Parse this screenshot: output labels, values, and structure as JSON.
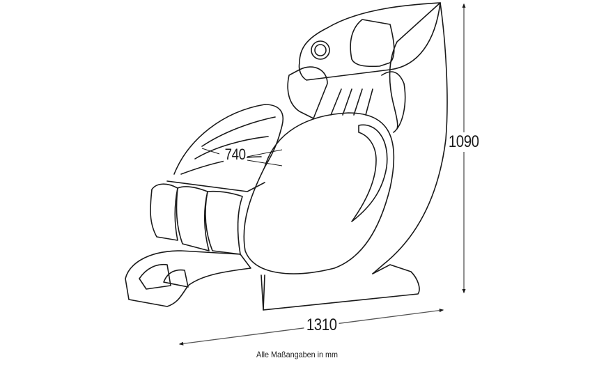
{
  "diagram": {
    "subject": "massage-chair-line-drawing",
    "dimensions": {
      "height": {
        "value": "1090",
        "orientation": "vertical"
      },
      "width": {
        "value": "1310",
        "orientation": "horizontal"
      },
      "depth": {
        "value": "740",
        "orientation": "depth"
      }
    },
    "footnote": "Alle Maßangaben in mm",
    "colors": {
      "line": "#1a1a1a",
      "dimension_line": "#555555",
      "background": "#ffffff"
    }
  }
}
